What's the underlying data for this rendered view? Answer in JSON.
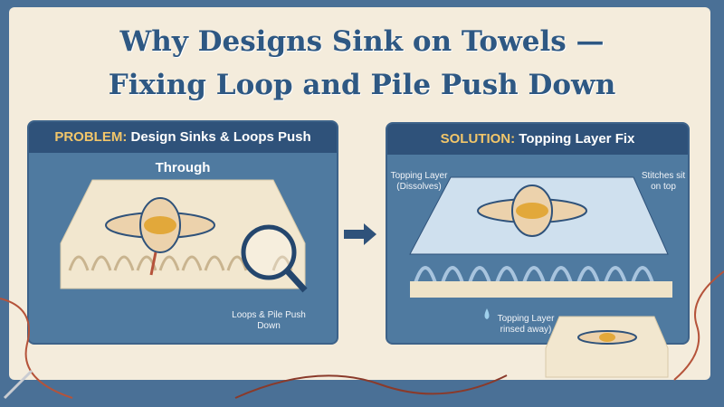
{
  "title": {
    "line1": "Why Designs Sink on Towels —",
    "line2": "Fixing Loop and Pile Push Down"
  },
  "problem": {
    "keyword": "PROBLEM:",
    "heading": "Design Sinks & Loops Push Through",
    "callout": "Loops & Pile Push Down"
  },
  "solution": {
    "keyword": "SOLUTION:",
    "heading": "Topping Layer Fix",
    "callout_topping": "Topping Layer (Dissolves)",
    "callout_stitches": "Stitches sit on top",
    "callout_rinsed": "Topping Layer rinsed away)"
  },
  "colors": {
    "background": "#4a7096",
    "card": "#f4ecdc",
    "title": "#2e5883",
    "panel": "#4f7aa0",
    "panel_header": "#2f527a",
    "keyword": "#f2c66a"
  }
}
